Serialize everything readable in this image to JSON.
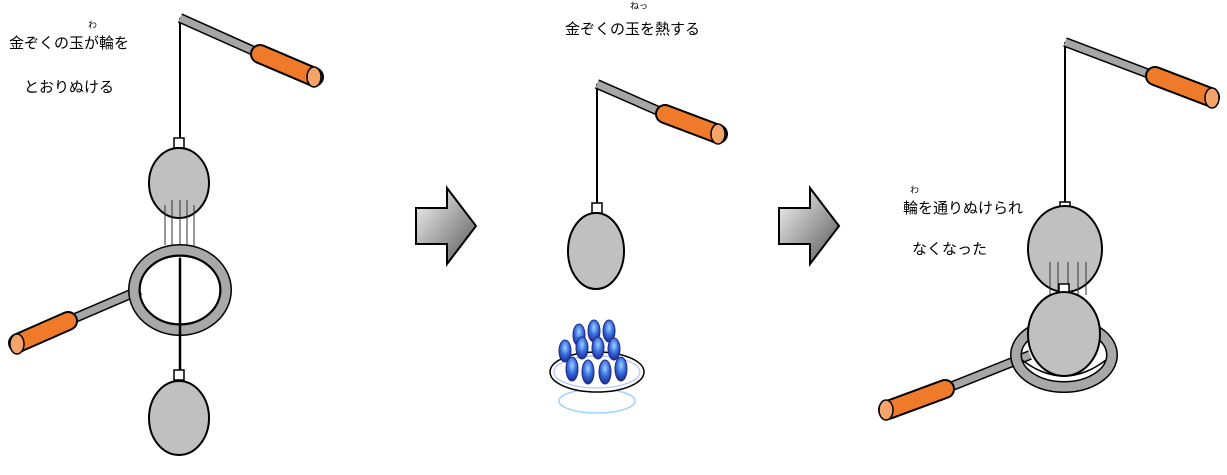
{
  "panels": [
    {
      "caption_line1": "金ぞくの玉が輪を",
      "caption_line2": "とおりぬける",
      "ruby": "わ"
    },
    {
      "caption_line1": "金ぞくの玉を熱する",
      "ruby": "ねっ"
    },
    {
      "caption_line1": "輪を通りぬけられ",
      "caption_line2": "なくなった",
      "ruby": "わ"
    }
  ],
  "colors": {
    "ball_fill": "#c0c0c0",
    "ring_metal": "#a8a8a8",
    "handle": "#ef7a2a",
    "flame_blue": "#3a5fd0",
    "arrow_light": "#f2f2f2",
    "arrow_dark": "#555555"
  },
  "icons": {
    "arrow": "right-arrow-icon",
    "burner": "gas-burner-icon"
  }
}
